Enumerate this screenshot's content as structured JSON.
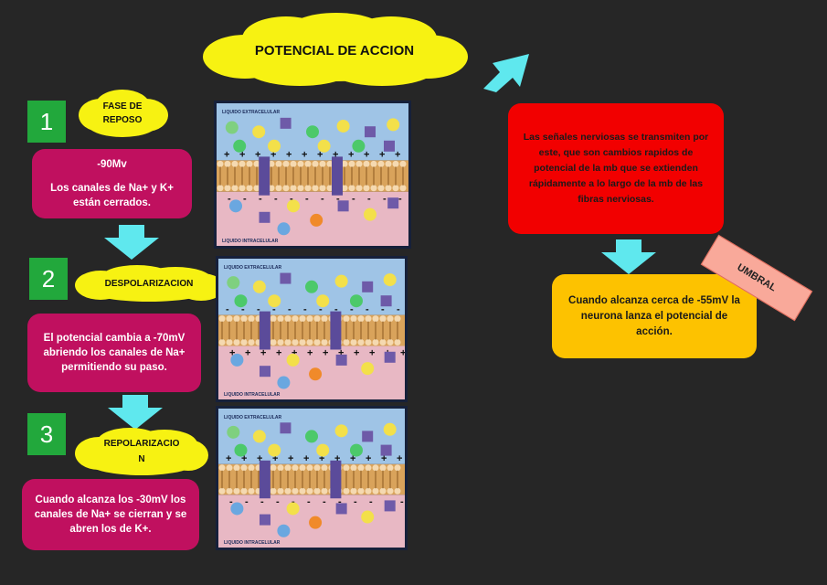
{
  "title": "POTENCIAL DE ACCION",
  "phases": [
    {
      "number": "1",
      "name": "FASE DE REPOSO",
      "value": "-90Mv",
      "text": "Los canales de Na+ y K+ están cerrados."
    },
    {
      "number": "2",
      "name": "DESPOLARIZACION",
      "text": "El potencial cambia a -70mV abriendo los canales de Na+ permitiendo su paso."
    },
    {
      "number": "3",
      "name_line1": "REPOLARIZACIO",
      "name_line2": "N",
      "text": "Cuando alcanza los -30mV los canales de Na+ se cierran y se abren los de K+."
    }
  ],
  "right": {
    "red_text": "Las señales nerviosas se transmiten por este, que son cambios rapidos de potencial de la mb que se extienden rápidamente a lo largo de la mb de las fibras nerviosas.",
    "yellow_text": "Cuando alcanza cerca de -55mV la neurona lanza el potencial de acción.",
    "tag": "UMBRAL"
  },
  "panel_labels": {
    "top": "LIQUIDO EXTRACELULAR",
    "bottom": "LIQUIDO INTRACELULAR"
  },
  "colors": {
    "background": "#262626",
    "cloud": "#f7f212",
    "magenta": "#c0105f",
    "green": "#22a83c",
    "red": "#f20000",
    "yellow": "#fdc200",
    "arrow": "#5fe8ee",
    "tag": "#f9a99a"
  }
}
